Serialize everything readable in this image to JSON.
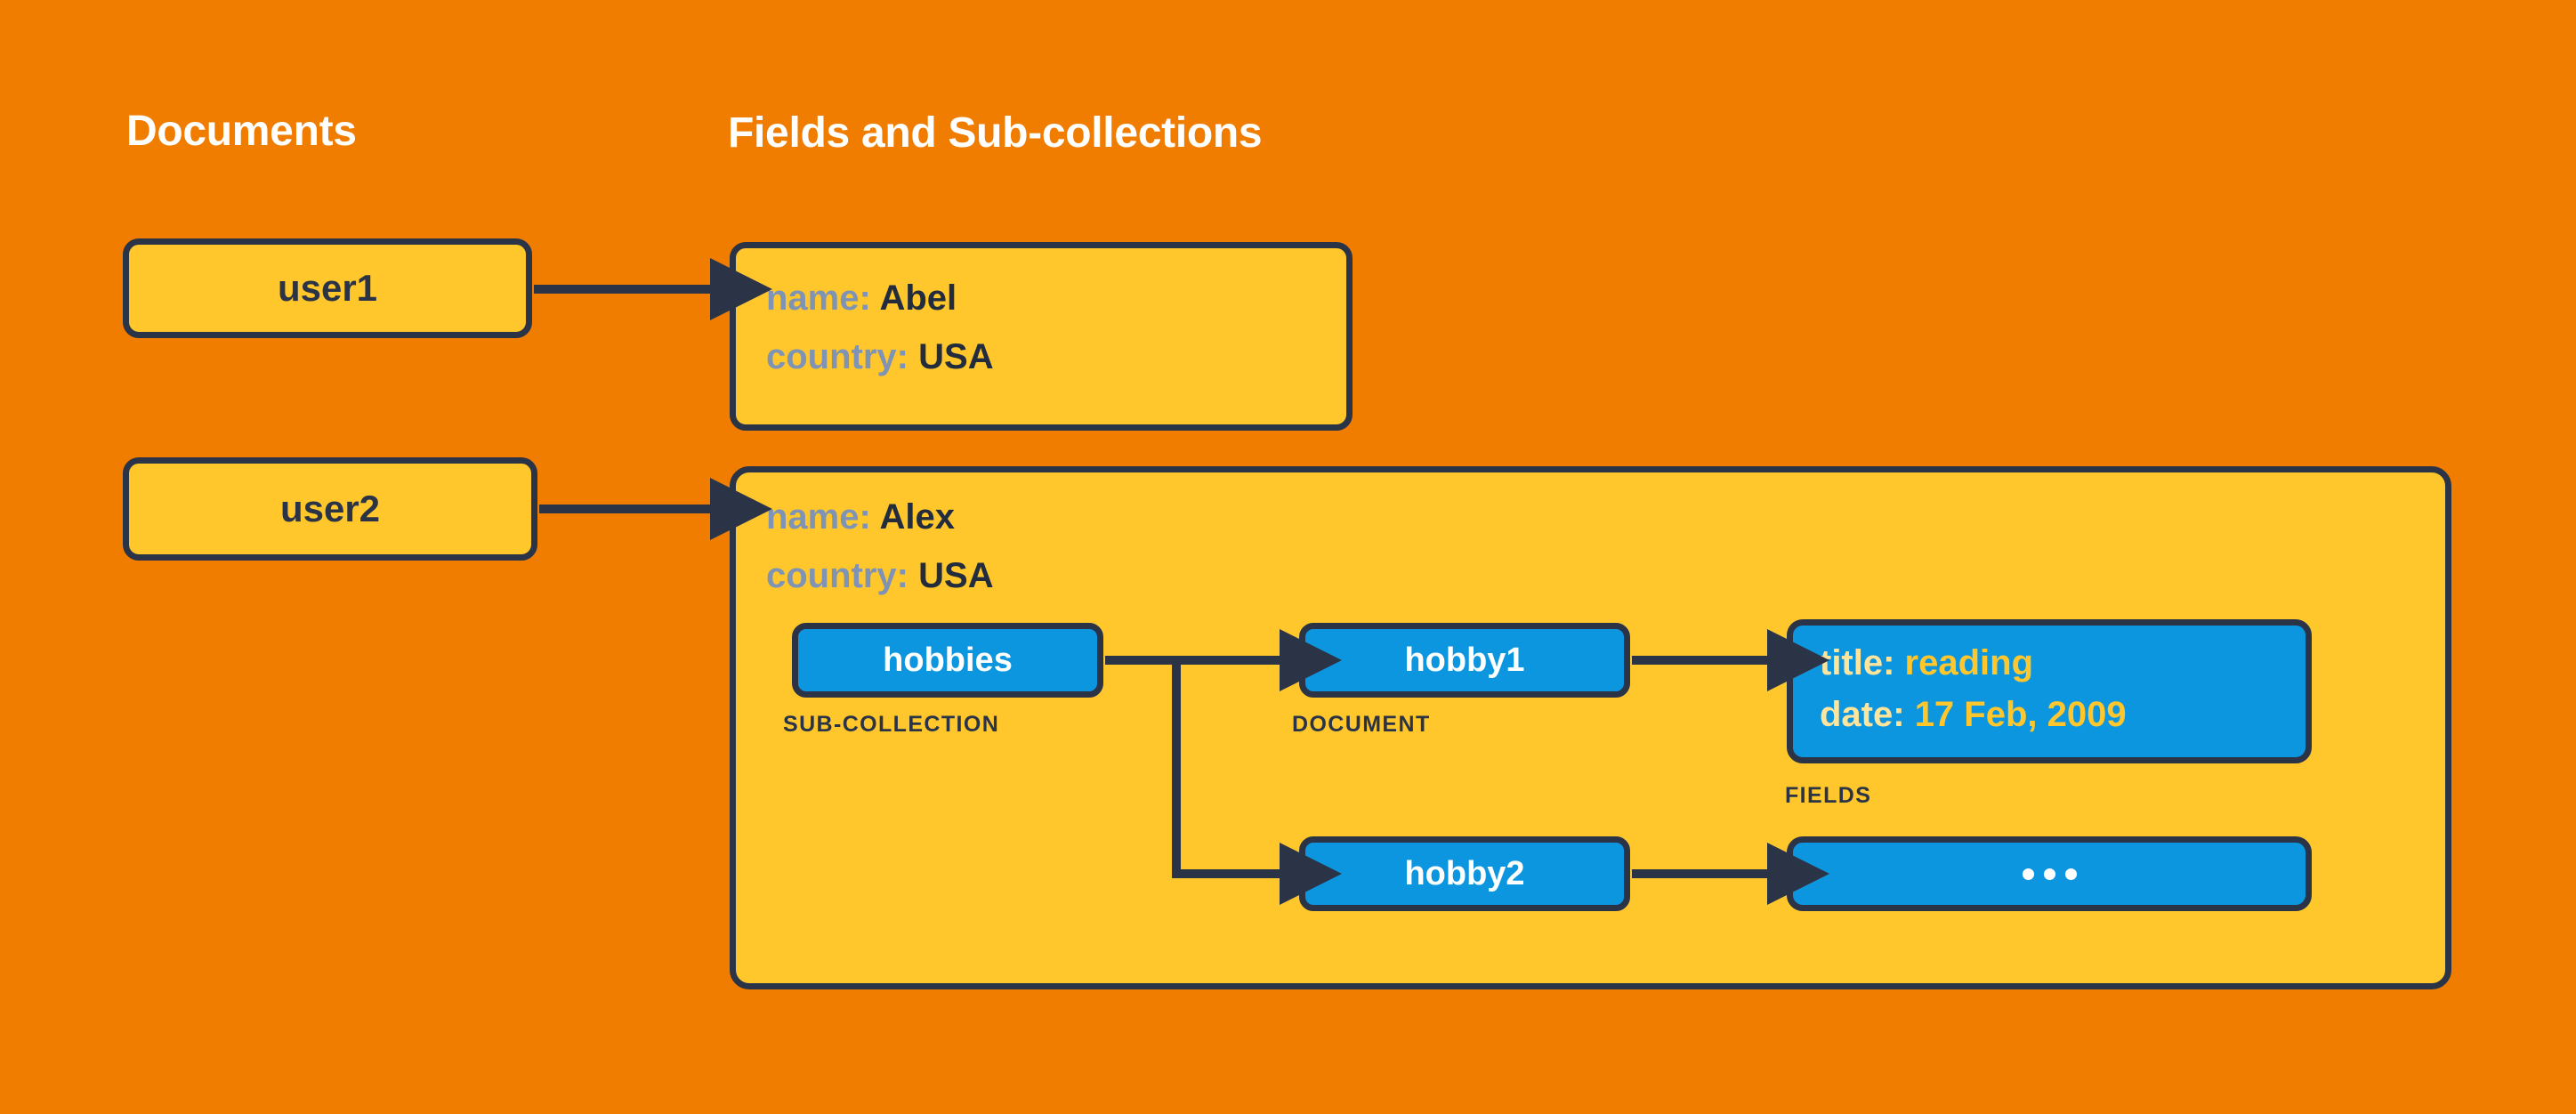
{
  "background_color": "#f07c00",
  "palette": {
    "orange_bg": "#f07c00",
    "yellow_node": "#ffc72c",
    "blue_node": "#0d96e0",
    "outline_navy": "#2b3446",
    "key_muted_blue": "#7f93b5",
    "value_navy": "#222c3c",
    "key_pale_yellow": "#ffe59c",
    "value_amber": "#ffc72c",
    "white": "#ffffff"
  },
  "headers": {
    "documents": "Documents",
    "fields_and_subcollections": "Fields and Sub-collections"
  },
  "documents": [
    {
      "id": "user1",
      "label": "user1"
    },
    {
      "id": "user2",
      "label": "user2"
    }
  ],
  "user1_fields": [
    {
      "key": "name:",
      "value": "Abel"
    },
    {
      "key": "country:",
      "value": "USA"
    }
  ],
  "user2_fields": [
    {
      "key": "name:",
      "value": "Alex"
    },
    {
      "key": "country:",
      "value": "USA"
    }
  ],
  "subcollection": {
    "label": "hobbies",
    "caption": "SUB-COLLECTION"
  },
  "subcollection_documents": [
    {
      "label": "hobby1",
      "caption": "DOCUMENT"
    },
    {
      "label": "hobby2",
      "caption": ""
    }
  ],
  "hobby1_fields": {
    "caption": "FIELDS",
    "rows": [
      {
        "key": "title:",
        "value": "reading"
      },
      {
        "key": "date:",
        "value": "17 Feb, 2009"
      }
    ]
  },
  "hobby2_fields": {
    "placeholder": "…"
  },
  "connector_arrows": [
    {
      "from": "user1",
      "to": "user1-fields-panel"
    },
    {
      "from": "user2",
      "to": "user2-fields-panel"
    },
    {
      "from": "hobbies",
      "to": "hobby1"
    },
    {
      "from": "hobbies",
      "to": "hobby2"
    },
    {
      "from": "hobby1",
      "to": "hobby1-fields"
    },
    {
      "from": "hobby2",
      "to": "hobby2-fields"
    }
  ]
}
